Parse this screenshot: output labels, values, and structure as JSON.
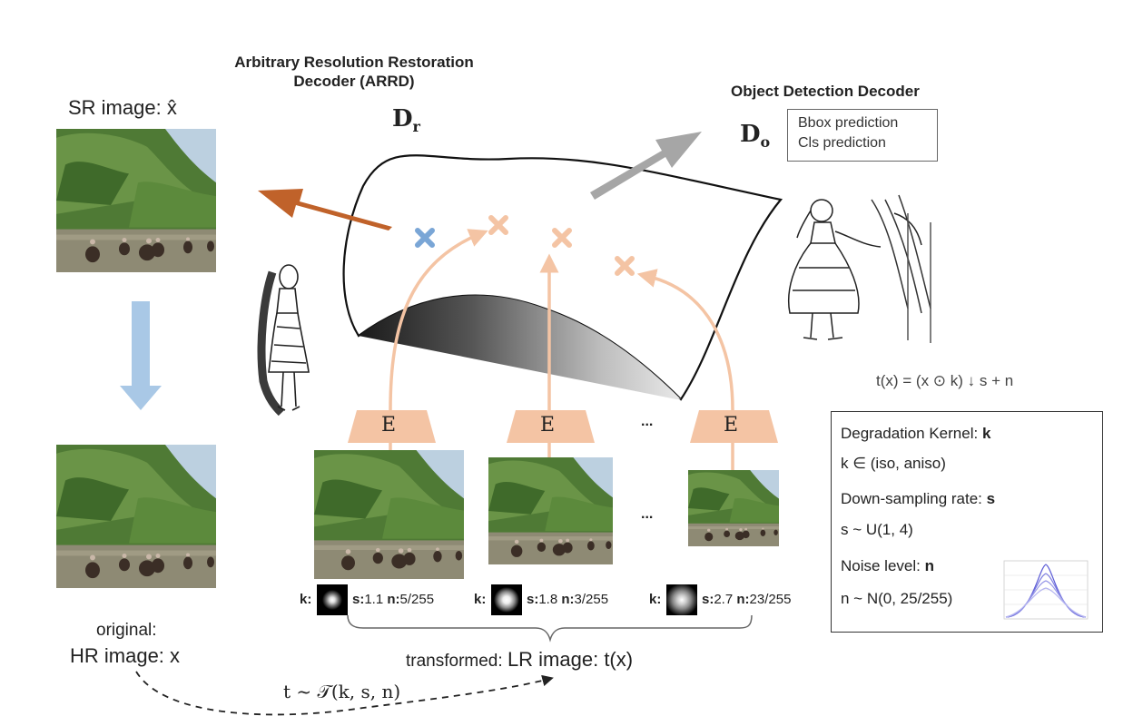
{
  "title_arrd": {
    "line1": "Arbitrary Resolution Restoration",
    "line2": "Decoder (ARRD)"
  },
  "dr_label": {
    "main": "D",
    "sub": "r"
  },
  "title_odd": "Object Detection Decoder",
  "do_label": {
    "main": "D",
    "sub": "o"
  },
  "od_box": {
    "line1": "Bbox prediction",
    "line2": "Cls prediction"
  },
  "sr_label": "SR image: x̂",
  "original_label": "original:",
  "hr_label": "HR image: x",
  "encoder_label": "E",
  "ellipsis": "...",
  "kernels": [
    {
      "k": "k:",
      "s_label": "s:",
      "s_value": "1.1",
      "n_label": "n:",
      "n_value": "5/255"
    },
    {
      "k": "k:",
      "s_label": "s:",
      "s_value": "1.8",
      "n_label": "n:",
      "n_value": "3/255"
    },
    {
      "k": "k:",
      "s_label": "s:",
      "s_value": "2.7",
      "n_label": "n:",
      "n_value": "23/255"
    }
  ],
  "transformed_label": {
    "prefix": "transformed: ",
    "main": "LR image: t(x)"
  },
  "transform_formula": "t ~ 𝒯(k, s, n)",
  "degradation_formula": "t(x) = (x ⊙ k) ↓ s + n",
  "legend": {
    "kernel_label": "Degradation Kernel: ",
    "kernel_var": "k",
    "kernel_set": "k ∈ (iso, aniso)",
    "down_label": "Down-sampling rate: ",
    "down_var": "s",
    "down_dist": "s ~ U(1, 4)",
    "noise_label": "Noise level: ",
    "noise_var": "n",
    "noise_dist": "n ~ N(0, 25/255)"
  },
  "colors": {
    "orange_arrow": "#c0622a",
    "peach": "#f4c4a4",
    "blue_arrow": "#a9c8e6",
    "blue_x": "#7aa6d6",
    "gray_arrow": "#a6a6a6"
  }
}
